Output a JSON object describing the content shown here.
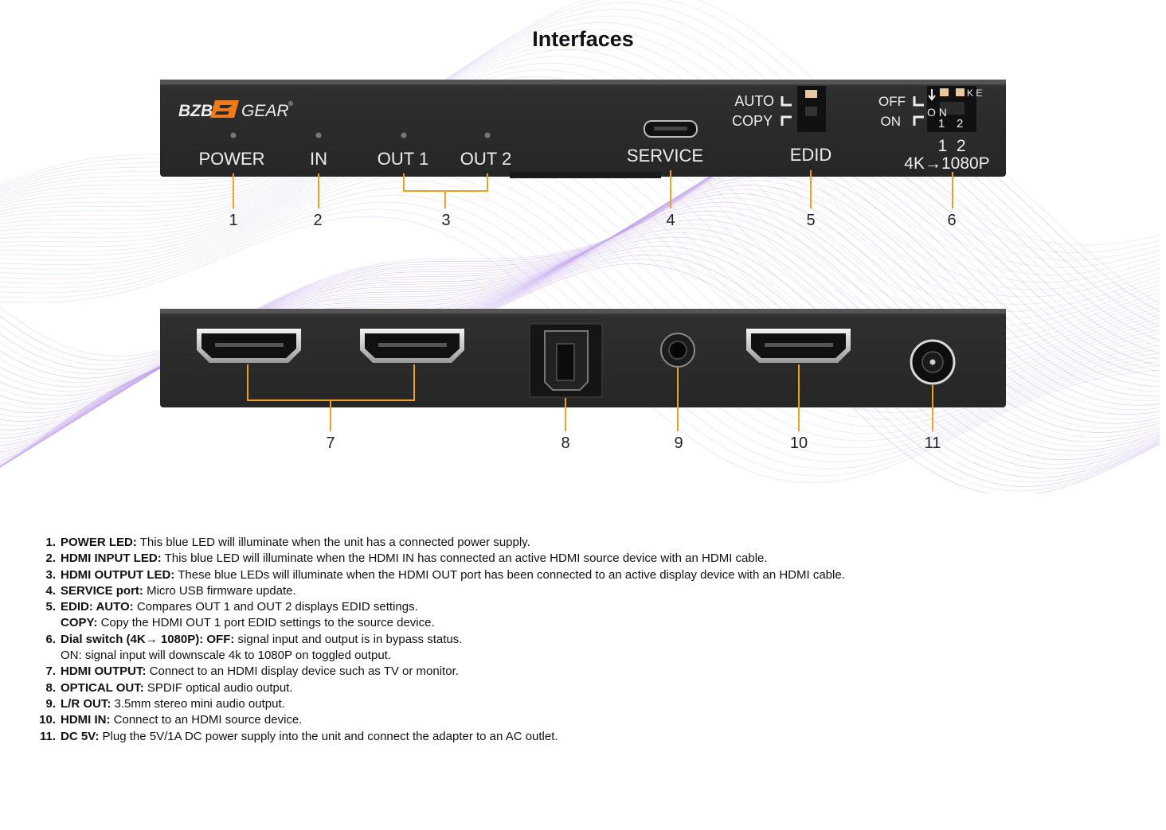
{
  "title": "Interfaces",
  "brand": {
    "logo_text": "BZB GEAR",
    "registered": "®"
  },
  "front_panel": {
    "labels": {
      "power": "POWER",
      "in": "IN",
      "out1": "OUT 1",
      "out2": "OUT 2",
      "service": "SERVICE",
      "edid": "EDID",
      "edid_auto": "AUTO",
      "edid_copy": "COPY",
      "dip_off": "OFF",
      "dip_on": "ON",
      "dip_on_vertical": "O N",
      "dip_num_1": "1",
      "dip_num_2": "2",
      "dip_ke": "K E",
      "dip_switch_numbers": "1  2",
      "dip_switch_caption": "4K→1080P"
    },
    "callouts": [
      "1",
      "2",
      "3",
      "4",
      "5",
      "6"
    ]
  },
  "rear_panel": {
    "callouts": [
      "7",
      "8",
      "9",
      "10",
      "11"
    ]
  },
  "descriptions": [
    {
      "num": "1.",
      "label": "POWER LED:",
      "text": " This blue LED will illuminate when the unit has a connected power supply."
    },
    {
      "num": "2.",
      "label": "HDMI INPUT LED:",
      "text": " This blue LED will illuminate when the HDMI IN has connected an active HDMI source device with an HDMI cable."
    },
    {
      "num": "3.",
      "label": "HDMI OUTPUT LED:",
      "text": " These blue LEDs will illuminate when the HDMI OUT port has been connected to an active display device with an HDMI cable."
    },
    {
      "num": "4.",
      "label": "SERVICE port:",
      "text": " Micro USB firmware update."
    },
    {
      "num": "5.",
      "label": "EDID: AUTO:",
      "text": " Compares OUT 1 and OUT 2 displays EDID settings.",
      "label2": "COPY:",
      "text2": " Copy the HDMI OUT 1 port EDID settings to the source device."
    },
    {
      "num": "6.",
      "label": "Dial switch (4K→ 1080P): OFF:",
      "text": " signal input and output is in bypass status.",
      "label2": "",
      "text2": "ON: signal input will downscale 4k to 1080P on toggled output."
    },
    {
      "num": "7.",
      "label": "HDMI OUTPUT:",
      "text": " Connect to an HDMI display device such as TV or monitor."
    },
    {
      "num": "8.",
      "label": "OPTICAL OUT:",
      "text": " SPDIF optical audio output."
    },
    {
      "num": "9.",
      "label": "L/R OUT:",
      "text": " 3.5mm stereo mini audio output."
    },
    {
      "num": "10.",
      "label": "HDMI IN:",
      "text": " Connect to an HDMI source device."
    },
    {
      "num": "11.",
      "label": "DC 5V:",
      "text": " Plug the 5V/1A DC power supply into the unit and connect the adapter to an AC outlet."
    }
  ]
}
